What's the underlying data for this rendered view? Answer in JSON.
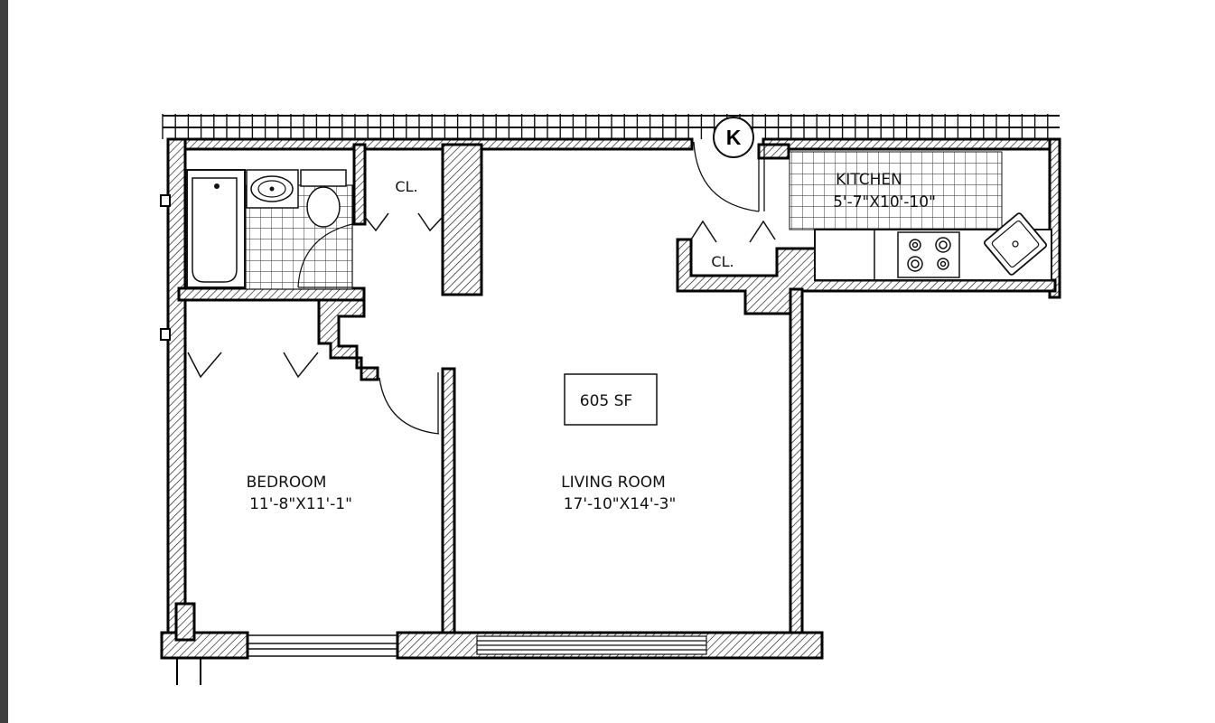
{
  "plan": {
    "area": "605 SF",
    "key_marker": "K",
    "rooms": {
      "kitchen": {
        "name": "KITCHEN",
        "dimensions": "5'-7\"X10'-10\""
      },
      "bedroom": {
        "name": "BEDROOM",
        "dimensions": "11'-8\"X11'-1\""
      },
      "living_room": {
        "name": "LIVING ROOM",
        "dimensions": "17'-10\"X14'-3\""
      }
    },
    "closets": [
      "CL.",
      "CL."
    ]
  },
  "colors": {
    "ink": "#111111",
    "background": "#ffffff",
    "side_bar": "#3f3f3f"
  }
}
